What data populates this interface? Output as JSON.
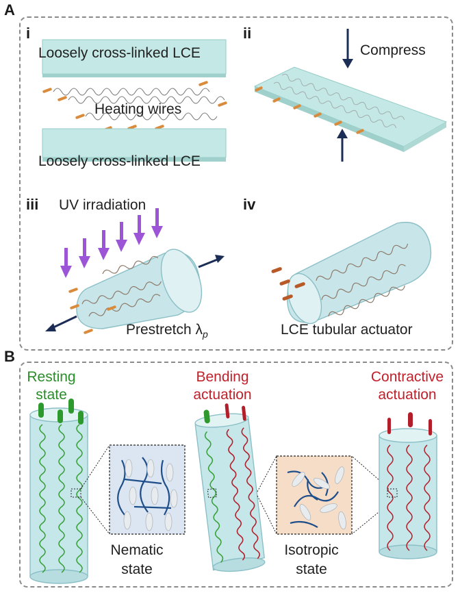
{
  "panel_a": {
    "letter": "A",
    "i": {
      "label": "i",
      "top_text": "Loosely cross-linked LCE",
      "middle_text": "Heating wires",
      "bottom_text": "Loosely cross-linked LCE"
    },
    "ii": {
      "label": "ii",
      "text": "Compress"
    },
    "iii": {
      "label": "iii",
      "uv_text": "UV irradiation",
      "prestretch_text": "Prestretch λ",
      "prestretch_sub": "p"
    },
    "iv": {
      "label": "iv",
      "text": "LCE tubular actuator"
    }
  },
  "panel_b": {
    "letter": "B",
    "resting": {
      "line1": "Resting",
      "line2": "state"
    },
    "bending": {
      "line1": "Bending",
      "line2": "actuation"
    },
    "contractive": {
      "line1": "Contractive",
      "line2": "actuation"
    },
    "nematic": {
      "line1": "Nematic",
      "line2": "state"
    },
    "isotropic": {
      "line1": "Isotropic",
      "line2": "state"
    }
  },
  "colors": {
    "sheet": "#bfe6e3",
    "sheet_edge": "#8fc9c4",
    "wire_green": "#3aa13a",
    "wire_red": "#b21e2a",
    "wire_blue": "#1f4f8a",
    "uv_arrow": "#9b55d6",
    "dark_arrow": "#1b2d55",
    "isotropic_bg": "#f6ddc8",
    "nematic_bg": "#dce6f2"
  }
}
